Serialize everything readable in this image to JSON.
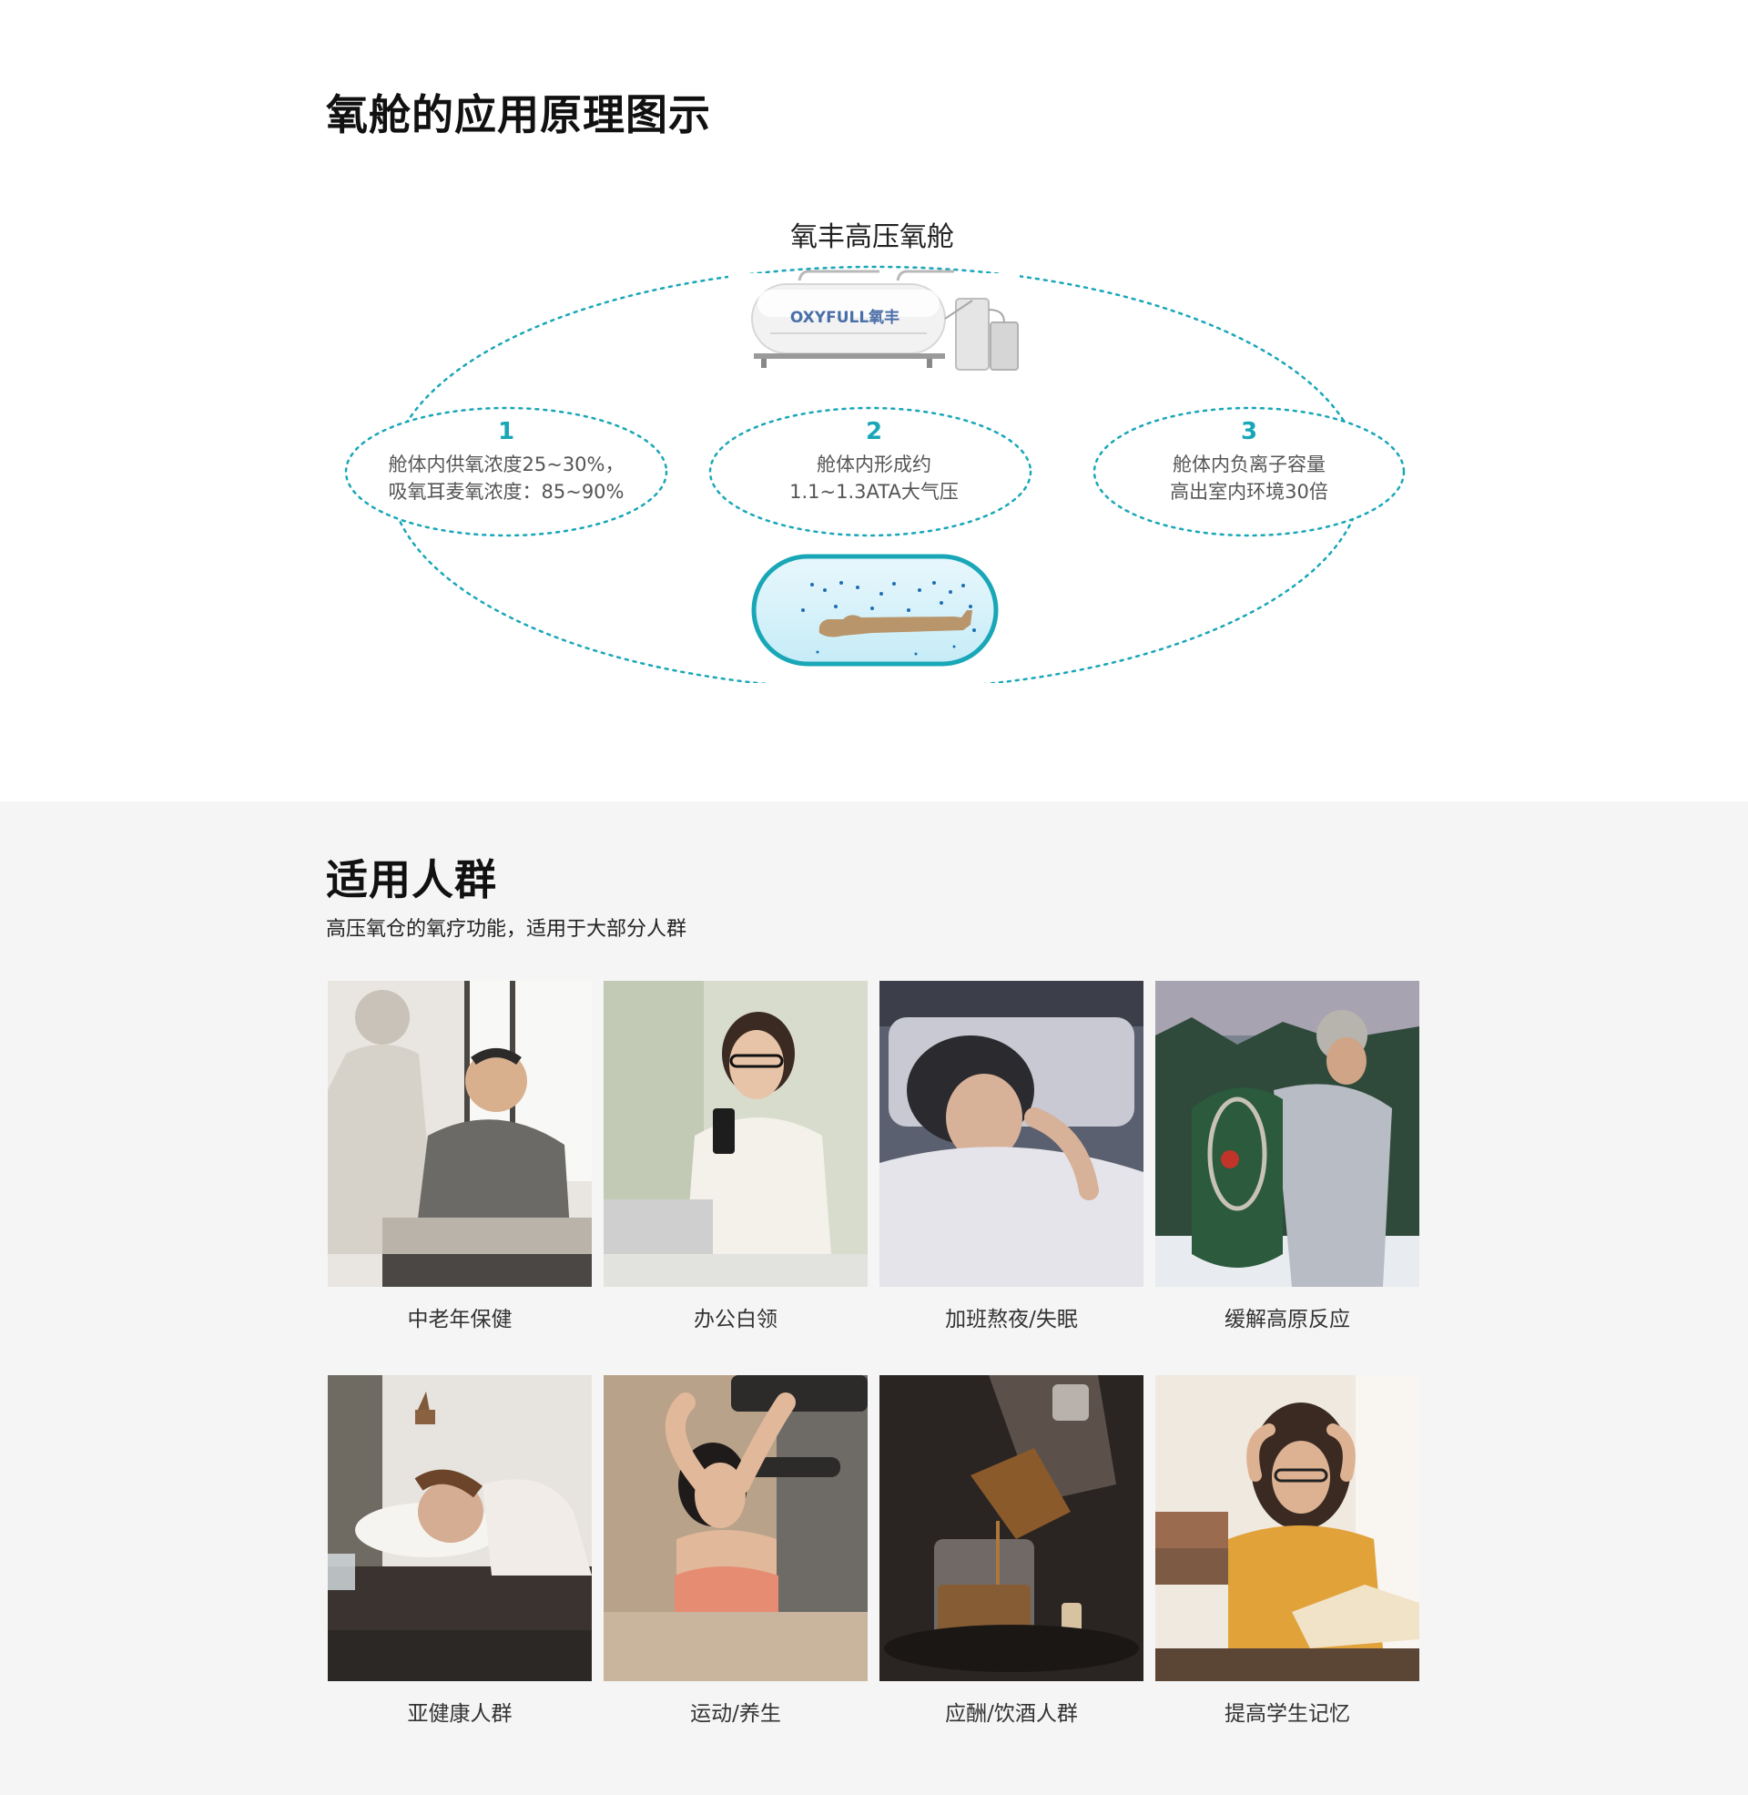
{
  "principle": {
    "title": "氧舱的应用原理图示",
    "device_title": "氧丰高压氧舱",
    "device_brand": "OXYFULL氧丰",
    "nodes": [
      {
        "num": "1",
        "line1": "舱体内供氧浓度25~30%，",
        "line2": "吸氧耳麦氧浓度：85~90%"
      },
      {
        "num": "2",
        "line1": "舱体内形成约",
        "line2": "1.1~1.3ATA大气压"
      },
      {
        "num": "3",
        "line1": "舱体内负离子容量",
        "line2": "高出室内环境30倍"
      }
    ]
  },
  "audience": {
    "title": "适用人群",
    "subtitle": "高压氧仓的氧疗功能，适用于大部分人群",
    "items": [
      {
        "label": "中老年保健",
        "palette": [
          "#e9e6e1",
          "#6c6a66",
          "#b9b3aa"
        ]
      },
      {
        "label": "办公白领",
        "palette": [
          "#d8dccd",
          "#f3f1ea",
          "#3b2a22"
        ]
      },
      {
        "label": "加班熬夜/失眠",
        "palette": [
          "#5b6070",
          "#c8c9d3",
          "#2b2a2e"
        ]
      },
      {
        "label": "缓解高原反应",
        "palette": [
          "#7a8390",
          "#2f4a3a",
          "#e8ecf0"
        ]
      },
      {
        "label": "亚健康人群",
        "palette": [
          "#e7e4df",
          "#f6f4f0",
          "#3a3330"
        ]
      },
      {
        "label": "运动/养生",
        "palette": [
          "#b8a28a",
          "#e58c72",
          "#2d2a2a"
        ]
      },
      {
        "label": "应酬/饮酒人群",
        "palette": [
          "#2a2522",
          "#8a5a2b",
          "#5b514a"
        ]
      },
      {
        "label": "提高学生记忆",
        "palette": [
          "#efe9e0",
          "#e2a23a",
          "#3a2a22"
        ]
      }
    ]
  },
  "colors": {
    "accent": "#19a7b8",
    "heading": "#111111",
    "section_bg": "#f5f5f5"
  }
}
